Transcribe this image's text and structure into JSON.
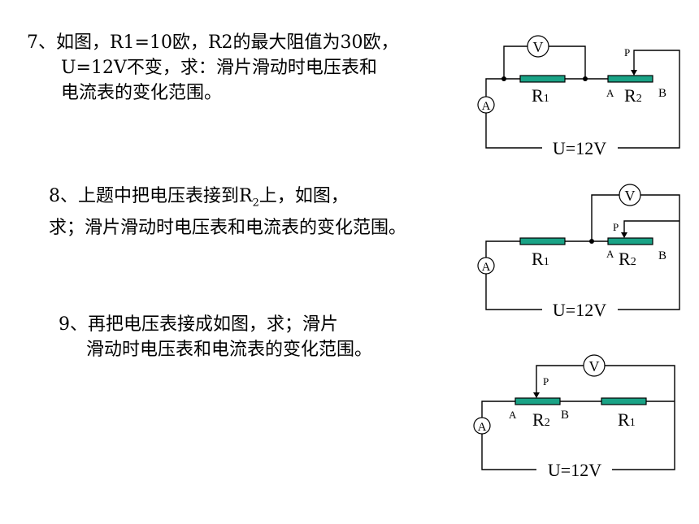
{
  "q7": {
    "line1": "7、如图，R1=10欧，R2的最大阻值为30欧，",
    "line2": "U=12V不变，求：滑片滑动时电压表和",
    "line3": "电流表的变化范围。"
  },
  "q8": {
    "line1": "8、上题中把电压表接到R",
    "line1_sub": "2",
    "line1_tail": "上，如图，",
    "line2": "求；滑片滑动时电压表和电流表的变化范围。"
  },
  "q9": {
    "line1": "9、再把电压表接成如图，求；滑片",
    "line2": "滑动时电压表和电流表的变化范围。"
  },
  "circuit": {
    "voltmeter": "V",
    "ammeter": "A",
    "r1": "R",
    "r1_sub": "1",
    "r2": "R",
    "r2_sub": "2",
    "terminal_a": "A",
    "terminal_b": "B",
    "slider": "P",
    "source": "U=12V",
    "resistor_color": "#1aa386"
  }
}
